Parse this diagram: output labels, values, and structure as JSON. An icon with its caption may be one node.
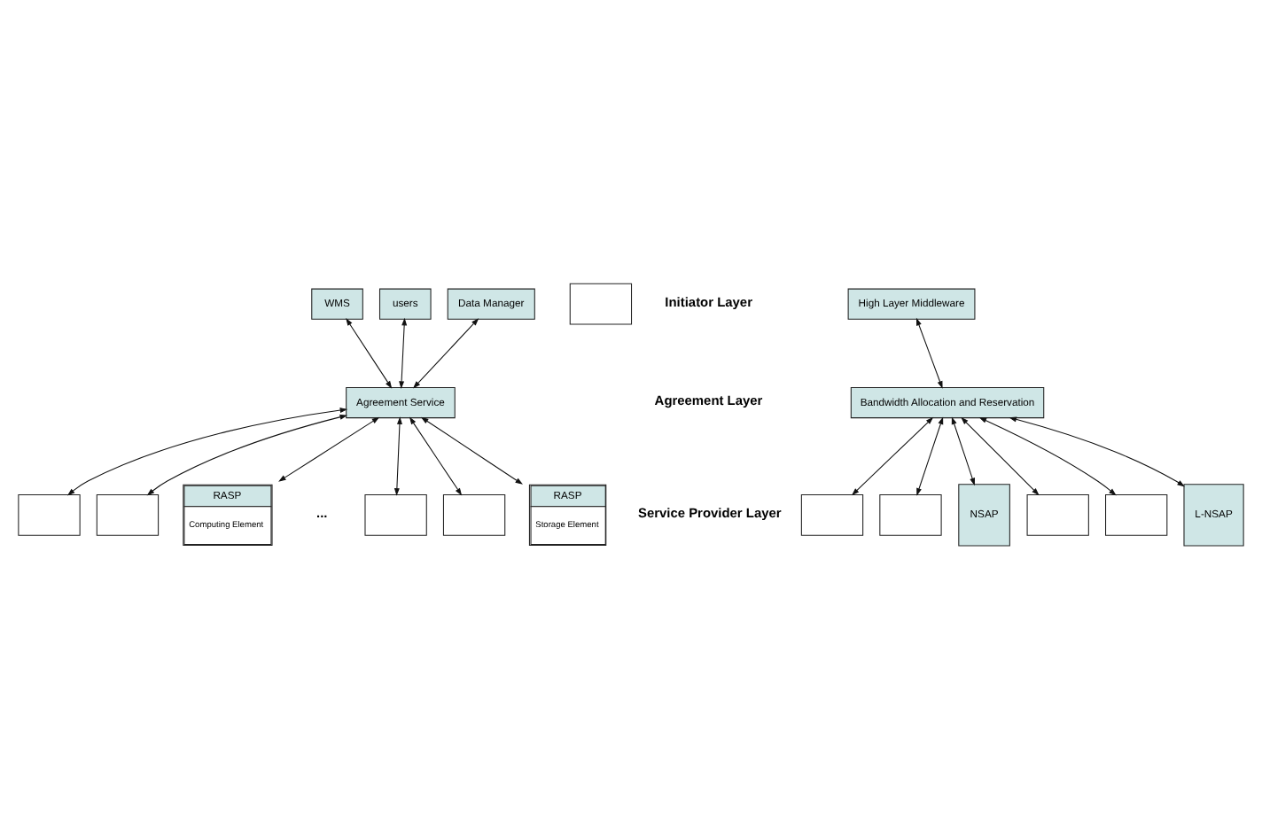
{
  "diagram": {
    "nodes": [
      {
        "text": [
          "WMS"
        ]
      },
      {
        "text": [
          "users"
        ]
      },
      {
        "text": [
          "Data Manager"
        ]
      },
      {
        "text": [],
        "shape": "box"
      },
      {
        "text": [
          "High Layer Middleware"
        ]
      },
      {
        "text": [
          "Agreement Service"
        ]
      },
      {
        "text": [
          "Bandwidth Allocation and Reservation"
        ]
      },
      {
        "text": [],
        "shape": "box"
      },
      {
        "text": [],
        "shape": "box"
      },
      {
        "text": [
          "RASP",
          "Computing Element"
        ]
      },
      {
        "text": [],
        "shape": "box"
      },
      {
        "text": [],
        "shape": "box"
      },
      {
        "text": [
          "RASP",
          "Storage Element"
        ]
      },
      {
        "text": [],
        "shape": "box"
      },
      {
        "text": [],
        "shape": "box"
      },
      {
        "text": [
          "NSAP"
        ]
      },
      {
        "text": [],
        "shape": "box"
      },
      {
        "text": [],
        "shape": "box"
      },
      {
        "text": [
          "L-NSAP"
        ]
      }
    ],
    "edges": [
      {
        "from": 0,
        "to": 5,
        "arrow": "both"
      },
      {
        "from": 1,
        "to": 5,
        "arrow": "both"
      },
      {
        "from": 2,
        "to": 5,
        "arrow": "both"
      },
      {
        "from": 4,
        "to": 6,
        "arrow": "both"
      },
      {
        "from": 5,
        "to": 9,
        "arrow": "both"
      },
      {
        "from": 5,
        "to": 8,
        "arrow": "both"
      },
      {
        "from": 5,
        "to": 7,
        "arrow": "both"
      },
      {
        "from": 5,
        "to": 12,
        "arrow": "both"
      },
      {
        "from": 5,
        "to": 11,
        "arrow": "both"
      },
      {
        "from": 5,
        "to": 10,
        "arrow": "both"
      },
      {
        "from": 6,
        "to": 15,
        "arrow": "both"
      },
      {
        "from": 6,
        "to": 14,
        "arrow": "both"
      },
      {
        "from": 6,
        "to": 13,
        "arrow": "both"
      },
      {
        "from": 6,
        "to": 18,
        "arrow": "both"
      },
      {
        "from": 6,
        "to": 17,
        "arrow": "both"
      },
      {
        "from": 6,
        "to": 16,
        "arrow": "both"
      }
    ],
    "labels": [
      "Initiator Layer",
      "Agreement Layer",
      "Service Provider Layer",
      "..."
    ]
  }
}
